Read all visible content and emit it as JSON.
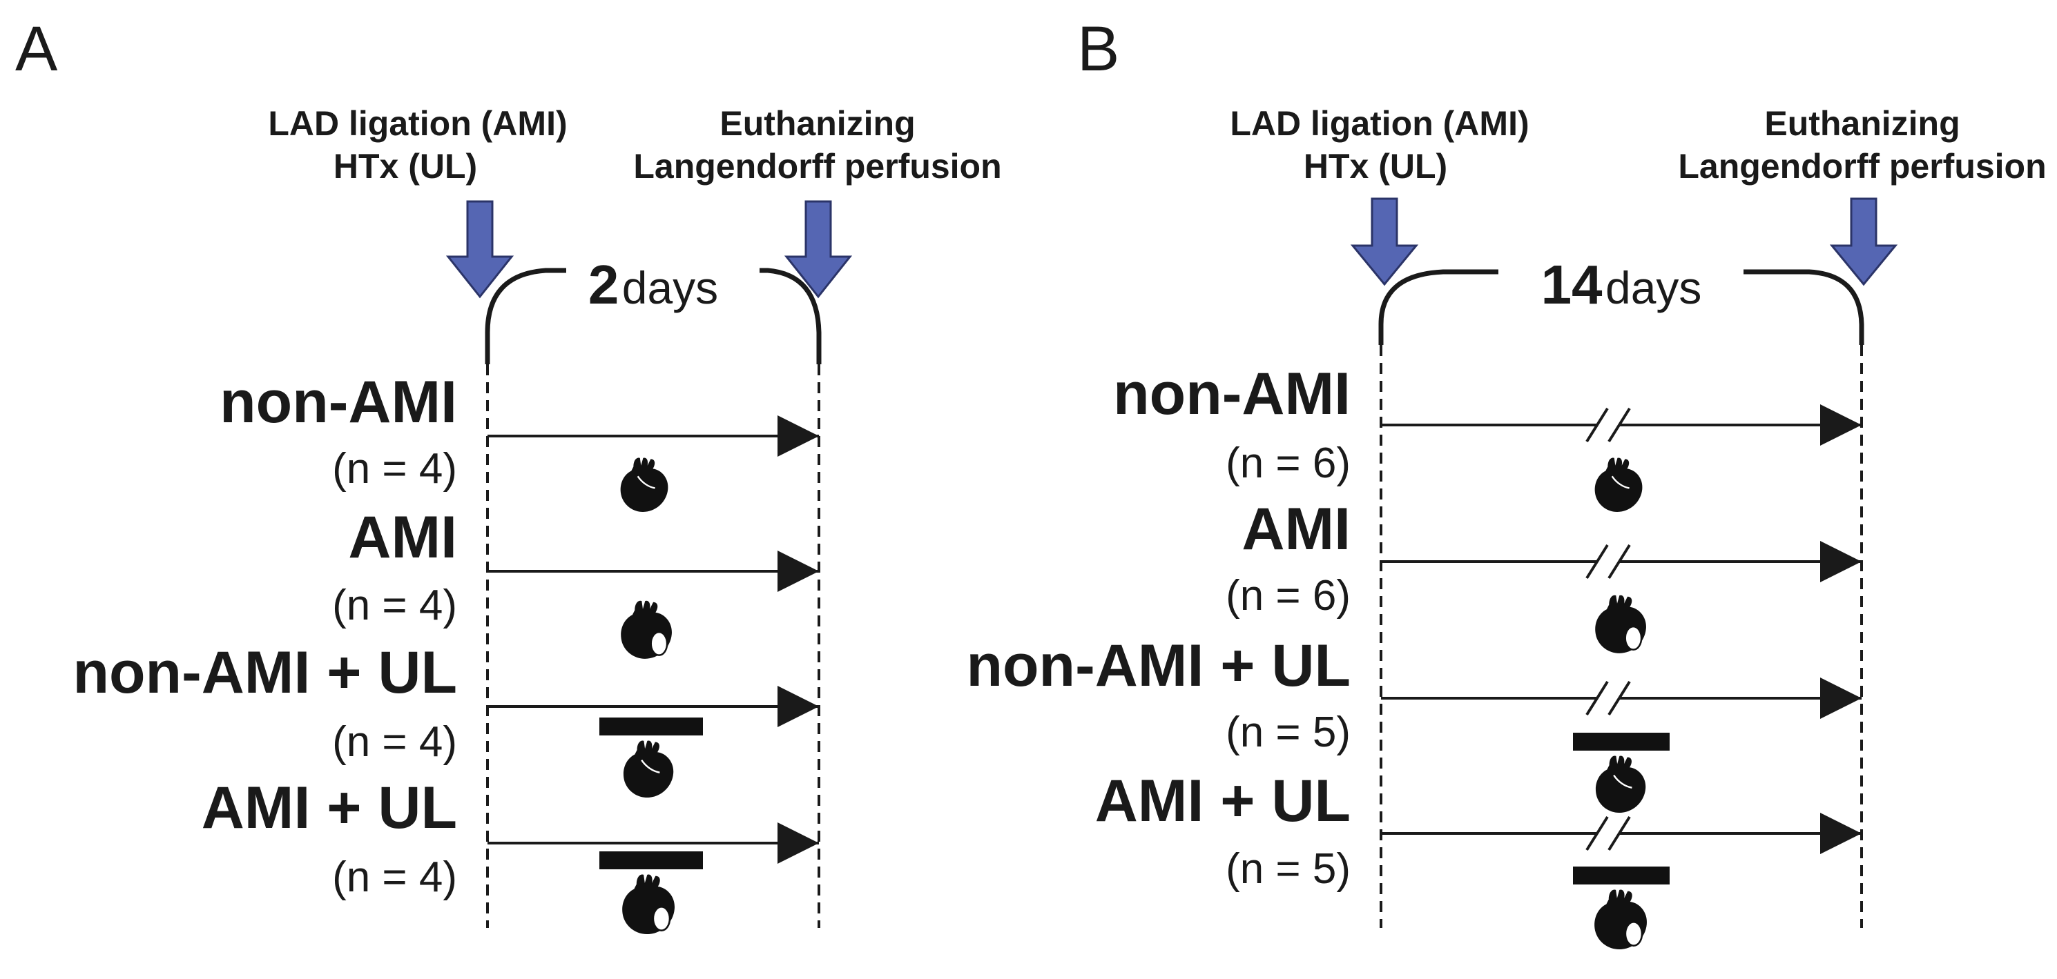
{
  "colors": {
    "arrow_fill": "#5566b3",
    "arrow_stroke": "#2b3468",
    "ink": "#1a1a1a"
  },
  "panels": [
    {
      "letter": "A",
      "start_event": [
        "LAD ligation (AMI)",
        "HTx (UL)"
      ],
      "end_event": [
        "Euthanizing",
        "Langendorff perfusion"
      ],
      "duration": {
        "value": "2",
        "unit": "days"
      },
      "broken_axis": false,
      "groups": [
        {
          "name": "non-AMI",
          "n": "(n = 4)",
          "icon": "heart-icon"
        },
        {
          "name": "AMI",
          "n": "(n = 4)",
          "icon": "infarcted-heart-icon"
        },
        {
          "name": "non-AMI + UL",
          "n": "(n = 4)",
          "icon": "unloaded-heart-icon"
        },
        {
          "name": "AMI + UL",
          "n": "(n = 4)",
          "icon": "unloaded-infarcted-heart-icon"
        }
      ]
    },
    {
      "letter": "B",
      "start_event": [
        "LAD ligation (AMI)",
        "HTx (UL)"
      ],
      "end_event": [
        "Euthanizing",
        "Langendorff perfusion"
      ],
      "duration": {
        "value": "14",
        "unit": "days"
      },
      "broken_axis": true,
      "groups": [
        {
          "name": "non-AMI",
          "n": "(n = 6)",
          "icon": "heart-icon"
        },
        {
          "name": "AMI",
          "n": "(n = 6)",
          "icon": "infarcted-heart-icon"
        },
        {
          "name": "non-AMI + UL",
          "n": "(n = 5)",
          "icon": "unloaded-heart-icon"
        },
        {
          "name": "AMI + UL",
          "n": "(n = 5)",
          "icon": "unloaded-infarcted-heart-icon"
        }
      ]
    }
  ]
}
